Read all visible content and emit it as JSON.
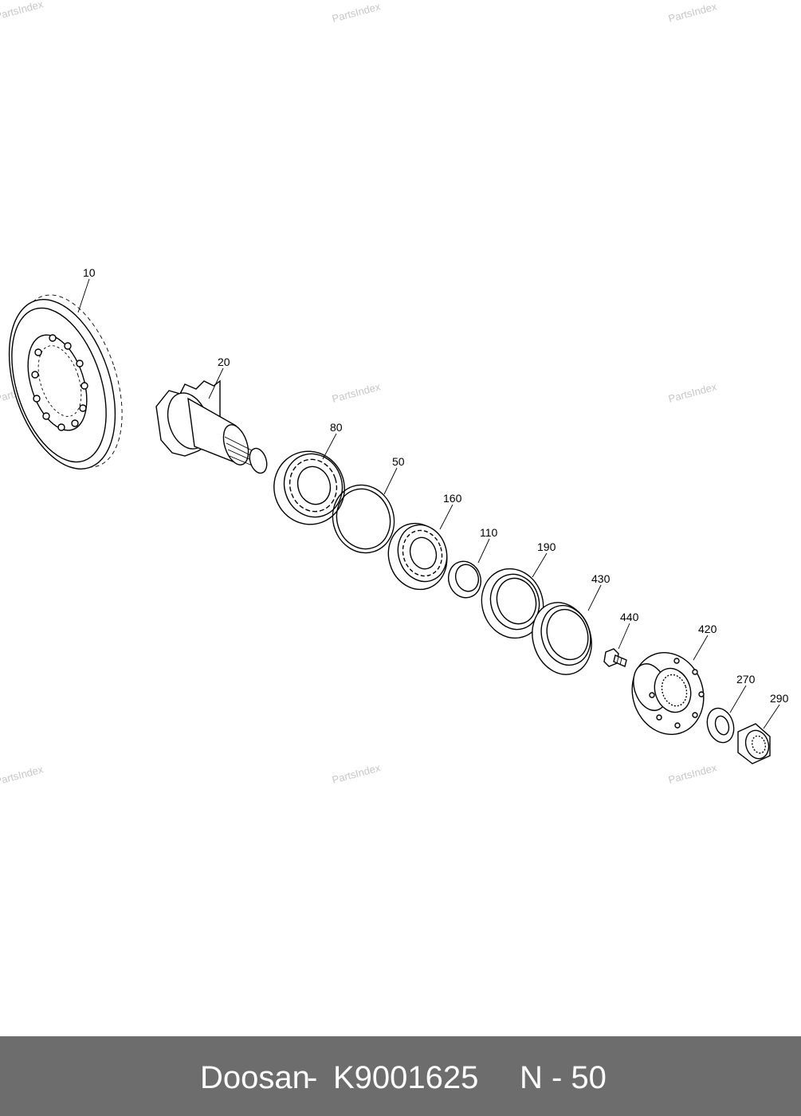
{
  "watermark": "PartsIndex",
  "callouts": {
    "c10": "10",
    "c20": "20",
    "c80": "80",
    "c50": "50",
    "c160": "160",
    "c110": "110",
    "c190": "190",
    "c430": "430",
    "c440": "440",
    "c420": "420",
    "c270": "270",
    "c290": "290"
  },
  "footer": {
    "brand": "Doosan",
    "separator": "-",
    "part_number": "K9001625",
    "page": "N - 50"
  },
  "colors": {
    "footer_background": "#6d6d6d",
    "footer_text": "#ffffff",
    "watermark": "#c7c7c7"
  }
}
